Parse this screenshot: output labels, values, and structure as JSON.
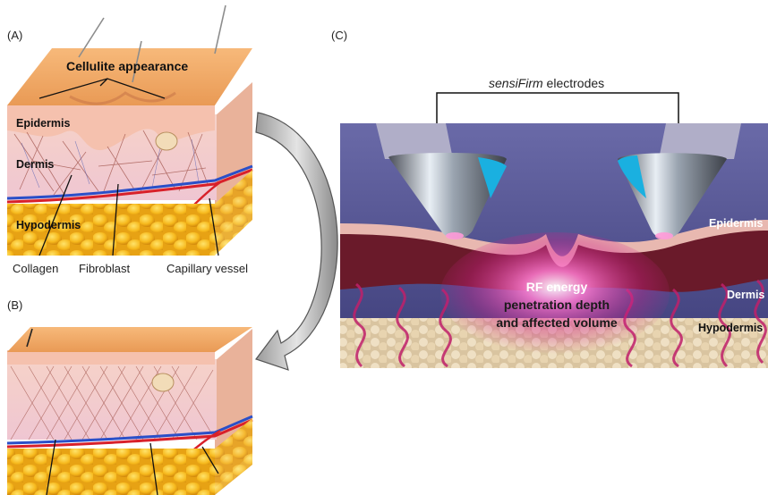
{
  "panel_a": {
    "marker": "(A)",
    "cellulite_label": "Cellulite appearance",
    "epidermis_label": "Epidermis",
    "dermis_label": "Dermis",
    "hypodermis_label": "Hypodermis",
    "collagen_label": "Collagen",
    "fibroblast_label": "Fibroblast",
    "capillary_label": "Capillary vessel"
  },
  "panel_b": {
    "marker": "(B)"
  },
  "panel_c": {
    "marker": "(C)",
    "electrodes_brand": "sensiFirm",
    "electrodes_suffix": " electrodes",
    "epidermis_label": "Epidermis",
    "dermis_label": "Dermis",
    "hypodermis_label": "Hypodermis",
    "rf_line1": "RF energy",
    "rf_line2": "penetration depth",
    "rf_line3": "and affected volume"
  },
  "colors": {
    "skin_top": "#f0a868",
    "epidermis": "#f6c6b0",
    "dermis": "#f4d4d4",
    "fat": "#f4b820",
    "vein_red": "#d8202a",
    "vein_blue": "#2a4fc8",
    "arrow_gray": "#b8b8b8",
    "background_c": "#5a5a9a",
    "tissue_c": "#6a1a2a",
    "fiber_c": "#c0206a",
    "rf_glow": "#ff4fb8",
    "electrode_cyan": "#1ab0e0"
  }
}
